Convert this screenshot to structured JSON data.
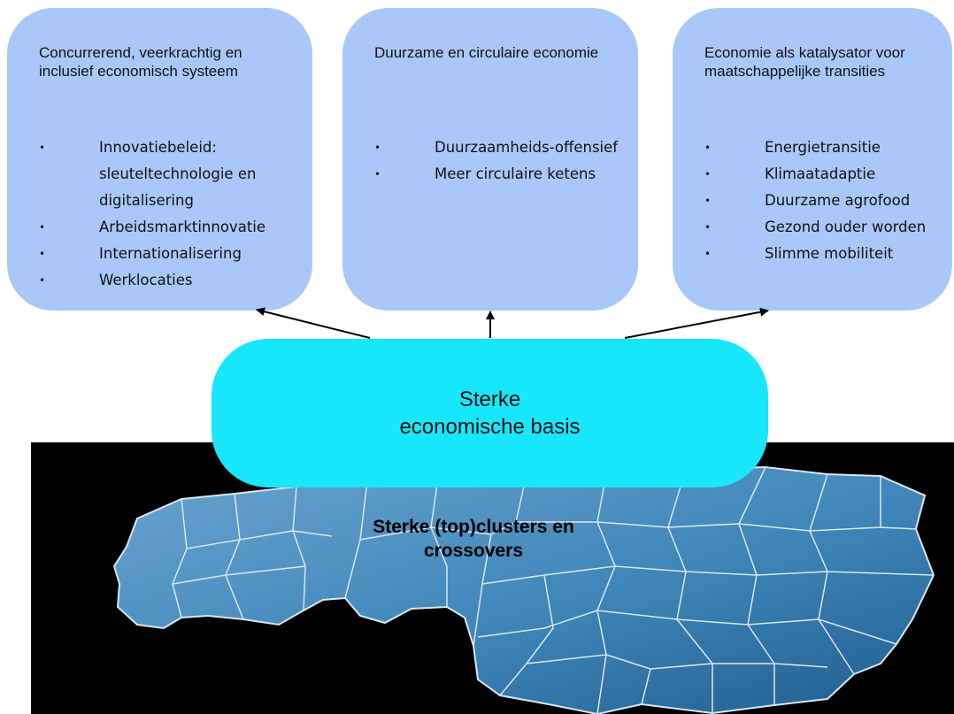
{
  "boxes": {
    "left": {
      "title": "Concurrerend, veerkrachtig en inclusief economisch systeem",
      "items": [
        "Innovatiebeleid: sleuteltechnologie en digitalisering",
        "Arbeidsmarktinnovatie",
        "Internationalisering",
        "Werklocaties"
      ]
    },
    "middle": {
      "title": "Duurzame en circulaire economie",
      "items": [
        "Duurzaamheids-offensief",
        "Meer circulaire ketens"
      ]
    },
    "right": {
      "title": "Economie als katalysator voor maatschappelijke transities",
      "items": [
        "Energietransitie",
        "Klimaatadaptie",
        "Duurzame agrofood",
        "Gezond ouder worden",
        "Slimme mobiliteit"
      ]
    }
  },
  "basis": {
    "line1": "Sterke",
    "line2": "economische basis"
  },
  "map": {
    "caption_line1": "Sterke (top)clusters en",
    "caption_line2": "crossovers"
  },
  "colors": {
    "theme_box": "#a9c8f9",
    "basis_box": "#18e6fb",
    "map_fill": "#3f86b9",
    "map_border": "#d8e6f2",
    "panel_bg": "#000000"
  }
}
